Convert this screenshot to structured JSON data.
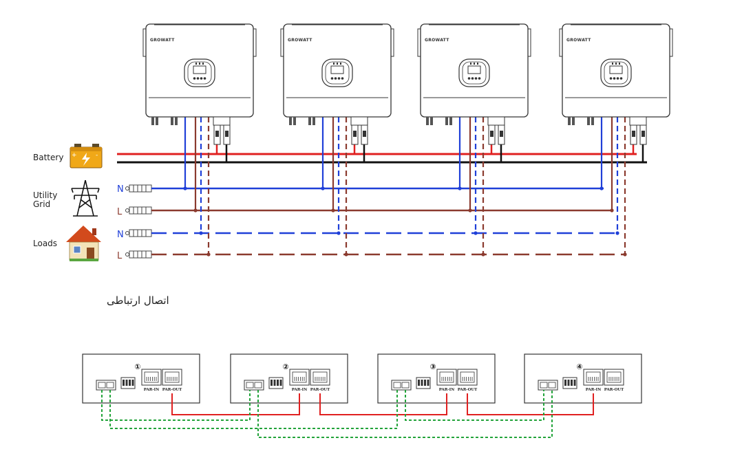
{
  "brand": "GROWATT",
  "labels": {
    "battery": "Battery",
    "utility_line1": "Utility",
    "utility_line2": "Grid",
    "loads": "Loads",
    "neutral": "N",
    "live": "L"
  },
  "caption": "اتصال ارتباطی",
  "ports": {
    "par_in": "PAR-IN",
    "par_out": "PAR-OUT"
  },
  "units": [
    "①",
    "②",
    "③",
    "④"
  ],
  "colors": {
    "positive": "#e02020",
    "negative": "#111111",
    "neutral": "#1f3fd8",
    "live": "#8b3a2e",
    "comm_green": "#22a33a",
    "comm_red": "#e02020",
    "battery_body": "#f0a818",
    "house_roof": "#d24a1c"
  },
  "icons": [
    "battery-icon",
    "transmission-tower-icon",
    "house-icon",
    "terminal-block-icon",
    "rj45-port-icon",
    "display-screen-icon"
  ]
}
